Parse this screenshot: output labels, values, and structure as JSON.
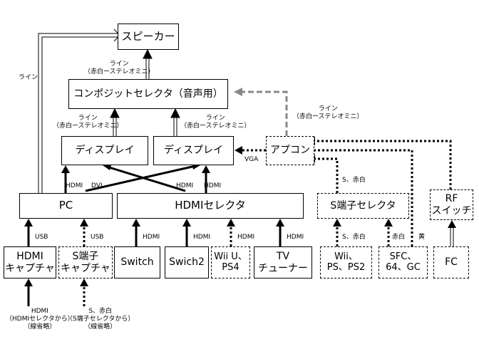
{
  "boxes": {
    "speaker": "スピーカー",
    "composite_selector": "コンポジットセレクタ（音声用）",
    "display_left": "ディスプレイ",
    "display_right": "ディスプレイ",
    "amp": "アプコン",
    "pc": "PC",
    "hdmi_selector": "HDMIセレクタ",
    "s_selector": "S端子セレクタ",
    "rf_switch": "RF\nスイッチ",
    "hdmi_capture": "HDMI\nキャプチャ",
    "s_capture": "S端子\nキャプチャ",
    "switch": "Switch",
    "switch2": "Swich2",
    "wiiu_ps4": "Wii U、\nPS4",
    "tv_tuner": "TV\nチューナー",
    "wii_ps": "Wii、\nPS、PS2",
    "sfc_64_gc": "SFC、\n64、GC",
    "fc": "FC"
  },
  "labels": {
    "line_left": "ライン",
    "line_speaker": "ライン\n（赤白ーステレオミニ）",
    "line_disp_left": "ライン\n（赤白ーステレオミニ）",
    "line_disp_right": "ライン\n（赤白ーステレオミニ）",
    "line_amp": "ライン\n（赤白ーステレオミニ）",
    "vga": "VGA",
    "hdmi_pc": "HDMI",
    "dvi_pc": "DVI",
    "hdmi_sel_1": "HDMI",
    "hdmi_sel_2": "HDMI",
    "s_red_white_top": "S、赤白",
    "usb_1": "USB",
    "usb_2": "USB",
    "hdmi_switch": "HDMI",
    "hdmi_switch2": "HDMI",
    "hdmi_wiiu": "HDMI",
    "hdmi_tv": "HDMI",
    "s_red_white_wii": "S、赤白",
    "red_white_sfc": "赤白",
    "yellow_fc": "黄",
    "hdmi_bottom": "HDMI\n（HDMIセレクタから）\n（線省略）",
    "s_bottom": "S、赤白\n（S端子セレクタから）\n（線省略）"
  }
}
